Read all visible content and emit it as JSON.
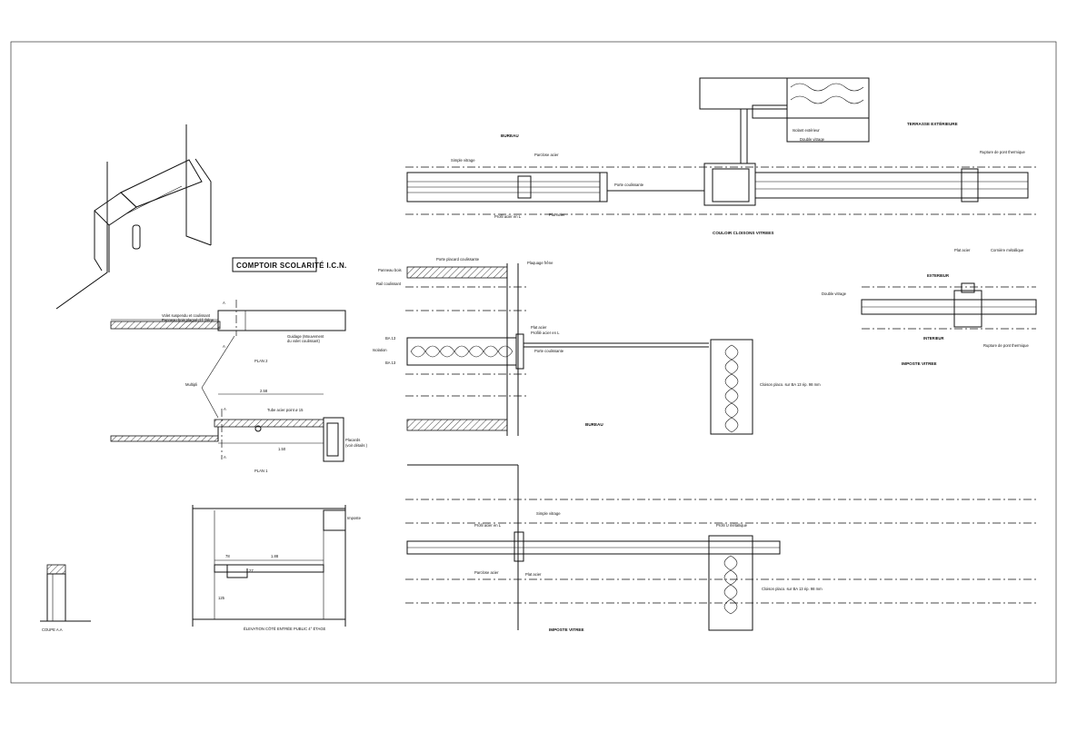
{
  "titles": {
    "comptoir": "COMPTOIR SCOLARITÉ I.C.N.",
    "bureau_top": "BUREAU",
    "terrasse": "TERRASSE EXTÉRIEURE",
    "couloir": "COULOIR CLOISONS VITREES",
    "bureau_mid": "BUREAU",
    "imposte_right": "IMPOSTE VITREE",
    "imposte_bottom": "IMPOSTE VITREE",
    "plan2": "PLAN 2",
    "plan1": "PLAN 1",
    "coupe": "COUPE A.A",
    "elevation": "ÉLEVATION CÔTÉ ENTRÉE PUBLIC     4° ÉTAGE"
  },
  "labels": {
    "volet": "Volet suspendu et coulissant",
    "panneau_bois": "Panneau bois plaqué d.f. frêne",
    "guidage": "Guidage (Mouvement",
    "guidage2": "du volet coulissant)",
    "multipli": "Multipli",
    "tube": "Tube acier point  ø 15",
    "placards": "Placards",
    "placards2": "(voir détails )",
    "dim_258": "2.58",
    "dim_150": "1.50",
    "dim_78": "78",
    "dim_188": "1.88",
    "dim_125": "125",
    "dim_27": "27",
    "imposte": "Imposte",
    "simple_vitrage_top": "Simple vitrage",
    "parclose_acier_top": "Parclose acier",
    "porte_coulissante_top": "Porte coulissante",
    "plat_acier_top": "Plat acier",
    "profil_acier_L_top": "Profil acier en L",
    "isolant_ext": "Isolant extérieur",
    "double_vitrage_top": "Double vitrage",
    "rupture_pont_top": "Rupture de pont thermique",
    "porte_placard": "Porte placard coulissante",
    "panneau_bois_mid": "Panneau bois",
    "plaquage_frene": "Plaquage frêne",
    "rail_coulissant": "Rail coulissant",
    "plat_acier_mid": "Plat acier",
    "profile_acier_L_mid": "Profilé acier en L",
    "porte_coulissante_mid": "Porte coulissante",
    "ba13_a": "BA 13",
    "isolation": "Isolation",
    "ba13_b": "BA 13",
    "cloison_mid": "Cloison placo. sur BA 13 ép. 98 mm",
    "plat_acier_r": "Plat acier",
    "corniere": "Cornière métallique",
    "exterieur": "EXTERIEUR",
    "interieur": "INTERIEUR",
    "double_vitrage_r": "Double vitrage",
    "rupture_pont_r": "Rupture de pont thermique",
    "profil_acier_L_bot": "Profil acier en L",
    "simple_vitrage_bot": "Simple vitrage",
    "parclose_acier_bot": "Parclose acier",
    "plat_acier_bot": "Plat acier",
    "profil_U": "Profil U métallique",
    "cloison_bot": "Cloison placo. sur BA 13 ép. 98 mm",
    "A": "A"
  }
}
